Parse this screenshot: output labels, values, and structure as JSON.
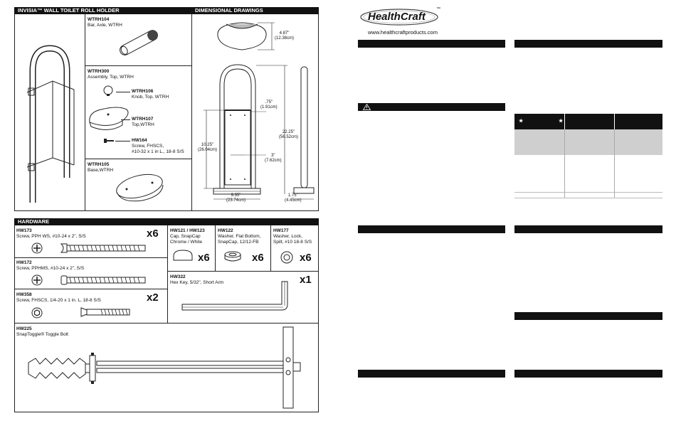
{
  "left": {
    "header_product": "INVISIA™ WALL TOILET ROLL HOLDER",
    "header_drawings": "DIMENSIONAL DRAWINGS",
    "header_hardware": "HARDWARE",
    "parts": [
      {
        "code": "WTRH104",
        "desc": "Bar, Axle, WTRH"
      },
      {
        "code": "WTRH300",
        "desc": "Assembly, Top, WTRH"
      },
      {
        "code": "WTRH106",
        "desc": "Knob, Top, WTRH"
      },
      {
        "code": "WTRH107",
        "desc": "Top,WTRH"
      },
      {
        "code": "HW164",
        "desc": "Screw, FHSCS,",
        "desc2": "#10-32 x 1 in L., 18-8 S/S"
      },
      {
        "code": "WTRH105",
        "desc": "Base,WTRH"
      }
    ],
    "dims": {
      "top_depth": "4.87\"",
      "top_depth_cm": "(12.38cm)",
      "hole_offset": ".75\"",
      "hole_offset_cm": "(1.91cm)",
      "height": "22.25\"",
      "height_cm": "(56.52cm)",
      "inner_height": "10.25\"",
      "inner_height_cm": "(26.04cm)",
      "inner_width": "3\"",
      "inner_width_cm": "(7.62cm)",
      "base_width": "9.35\"",
      "base_width_cm": "(23.74cm)",
      "side_depth": "1.75\"",
      "side_depth_cm": "(4.45cm)"
    },
    "hardware": [
      {
        "code": "HW173",
        "desc": "Screw, PPH WS, #10-24 x 2\", S/S",
        "qty": "x6"
      },
      {
        "code": "HW172",
        "desc": "Screw, PPHMS, #10-24 x 2\", S/S",
        "qty": ""
      },
      {
        "code": "HW358",
        "desc": "Screw, FHSCS, 1/4-20 x 1 in. L, 18-8 S/S",
        "qty": "x2"
      },
      {
        "code": "HW121 / HW123",
        "desc": "Cap, SnapCap",
        "desc2": "Chrome / White",
        "qty": "x6"
      },
      {
        "code": "HW122",
        "desc": "Washer, Flat Bottom,",
        "desc2": "SnapCap, 12/12-FB",
        "qty": "x6"
      },
      {
        "code": "HW177",
        "desc": "Washer, Lock,",
        "desc2": "Spilt, #10 18-8 S/S",
        "qty": "x6"
      },
      {
        "code": "HW322",
        "desc": "Hex Key, 5/32\", Short Arm",
        "qty": "x1"
      },
      {
        "code": "HW225",
        "desc": "SnapToggle® Toggle Bolt",
        "qty": ""
      }
    ]
  },
  "right": {
    "logo_text": "HealthCraft",
    "logo_tm": "™",
    "url": "www.healthcraftproducts.com",
    "table_star": "★",
    "colors": {
      "bar": "#111111",
      "grey_row": "#cfcfcf",
      "accent": "#111111"
    }
  },
  "icons": [
    "warning-icon",
    "phillips-screw-head-icon",
    "hex-socket-head-icon",
    "lock-washer-icon"
  ]
}
